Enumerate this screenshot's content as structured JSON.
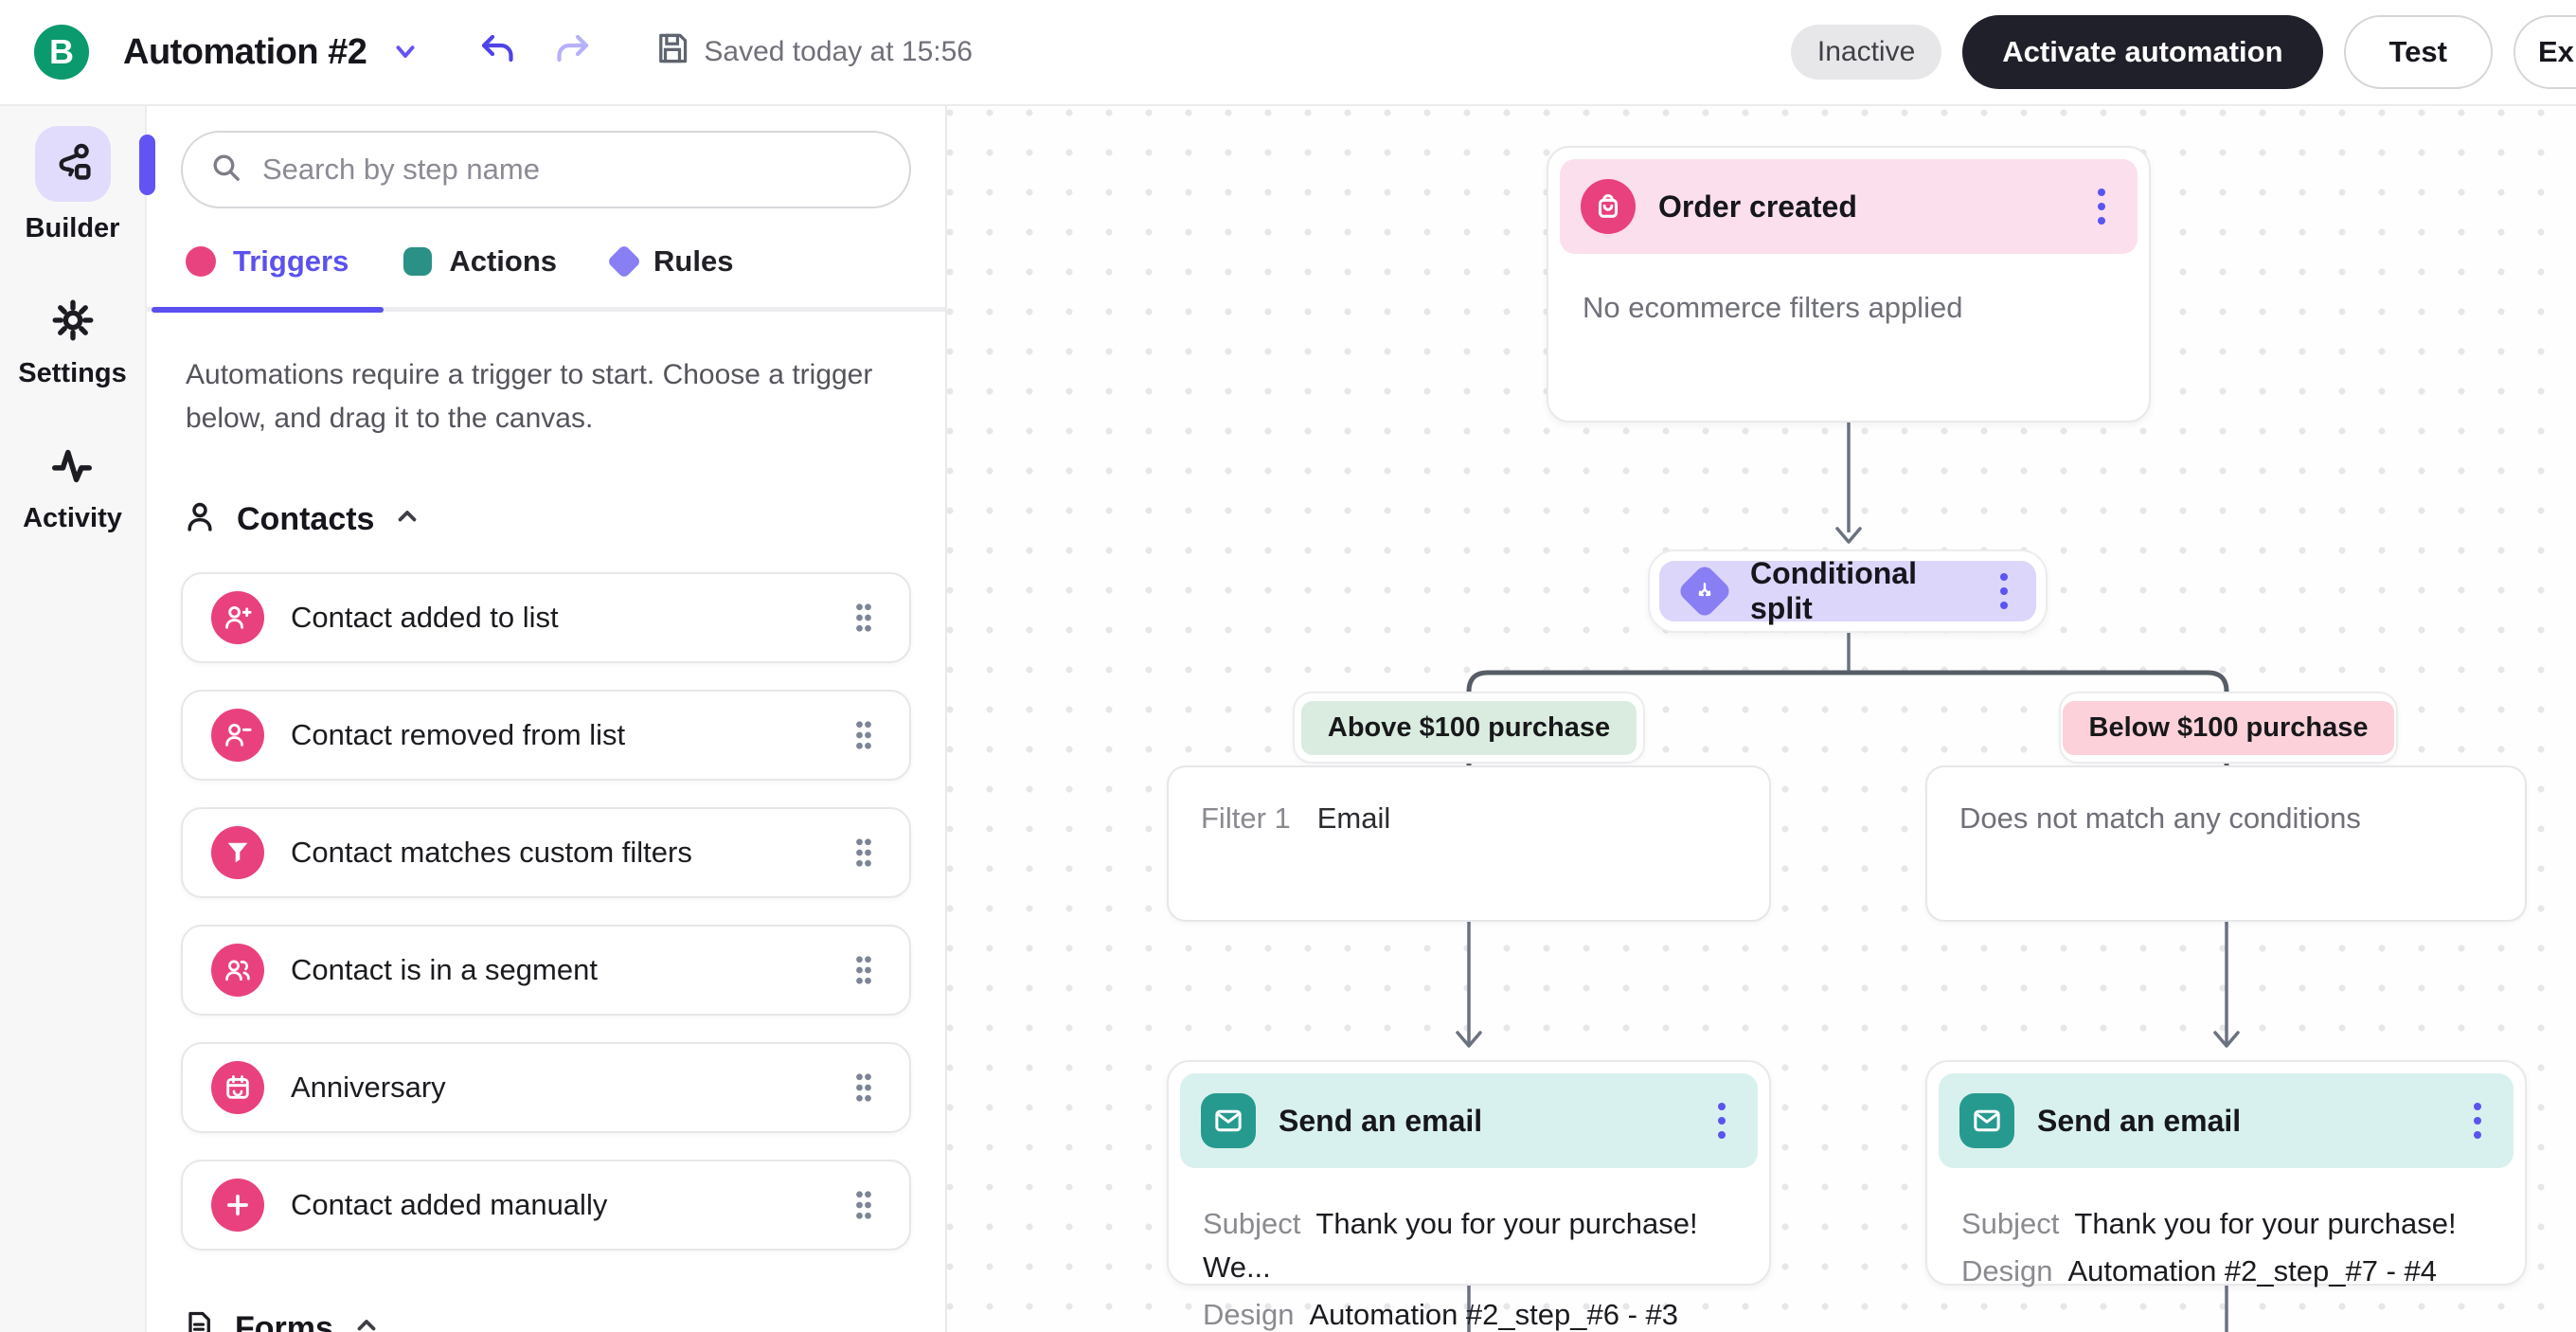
{
  "topbar": {
    "logo_letter": "B",
    "title": "Automation #2",
    "saved_status": "Saved today at 15:56",
    "inactive_badge": "Inactive",
    "activate_button": "Activate automation",
    "test_button": "Test",
    "exit_button_partial": "Exit"
  },
  "rail": {
    "items": [
      {
        "label": "Builder",
        "icon": "flow-builder-icon",
        "active": true
      },
      {
        "label": "Settings",
        "icon": "gear-icon",
        "active": false
      },
      {
        "label": "Activity",
        "icon": "activity-pulse-icon",
        "active": false
      }
    ]
  },
  "panel": {
    "search_placeholder": "Search by step name",
    "tabs": [
      {
        "label": "Triggers",
        "shape": "pink-circle",
        "color": "#e9437f",
        "active": true
      },
      {
        "label": "Actions",
        "shape": "teal-square",
        "color": "#2b9186",
        "active": false
      },
      {
        "label": "Rules",
        "shape": "purple-diamond",
        "color": "#8a7ef5",
        "active": false
      }
    ],
    "description": "Automations require a trigger to start. Choose a trigger below, and drag it to the canvas.",
    "sections": [
      {
        "label": "Contacts",
        "icon": "person-icon"
      },
      {
        "label": "Forms",
        "icon": "document-icon"
      }
    ],
    "triggers": [
      {
        "label": "Contact added to list",
        "icon": "person-plus-icon"
      },
      {
        "label": "Contact removed from list",
        "icon": "person-minus-icon"
      },
      {
        "label": "Contact matches custom filters",
        "icon": "funnel-icon"
      },
      {
        "label": "Contact is in a segment",
        "icon": "people-group-icon"
      },
      {
        "label": "Anniversary",
        "icon": "calendar-icon"
      },
      {
        "label": "Contact added manually",
        "icon": "plus-icon"
      }
    ]
  },
  "canvas": {
    "order_node": {
      "title": "Order created",
      "icon": "shopping-bag-icon",
      "body": "No ecommerce filters applied"
    },
    "split_node": {
      "title": "Conditional split",
      "icon": "split-arrows-icon"
    },
    "branch_left": {
      "label": "Above $100 purchase"
    },
    "branch_right": {
      "label": "Below $100 purchase"
    },
    "filter_left": {
      "label": "Filter 1",
      "value": "Email"
    },
    "filter_right": {
      "text": "Does not match any conditions"
    },
    "email_left": {
      "title": "Send an email",
      "icon": "envelope-icon",
      "subject_label": "Subject",
      "subject": "Thank you for your purchase! We...",
      "design_label": "Design",
      "design": "Automation #2_step_#6 - #3"
    },
    "email_right": {
      "title": "Send an email",
      "icon": "envelope-icon",
      "subject_label": "Subject",
      "subject": "Thank you for your purchase!",
      "design_label": "Design",
      "design": "Automation #2_step_#7 - #4"
    }
  },
  "colors": {
    "brand_green": "#0b996e",
    "accent_purple": "#5a4ff0",
    "trigger_pink": "#e9417e",
    "action_teal": "#279a90",
    "rule_purple": "#8a7ef5",
    "pink_header": "#fbdfec",
    "teal_header": "#d9f1ee",
    "lavender_pill": "#dcd6fb",
    "mint_pill": "#d9ecdf",
    "rose_pill": "#fcd1da",
    "connector_gray": "#6b7280"
  }
}
